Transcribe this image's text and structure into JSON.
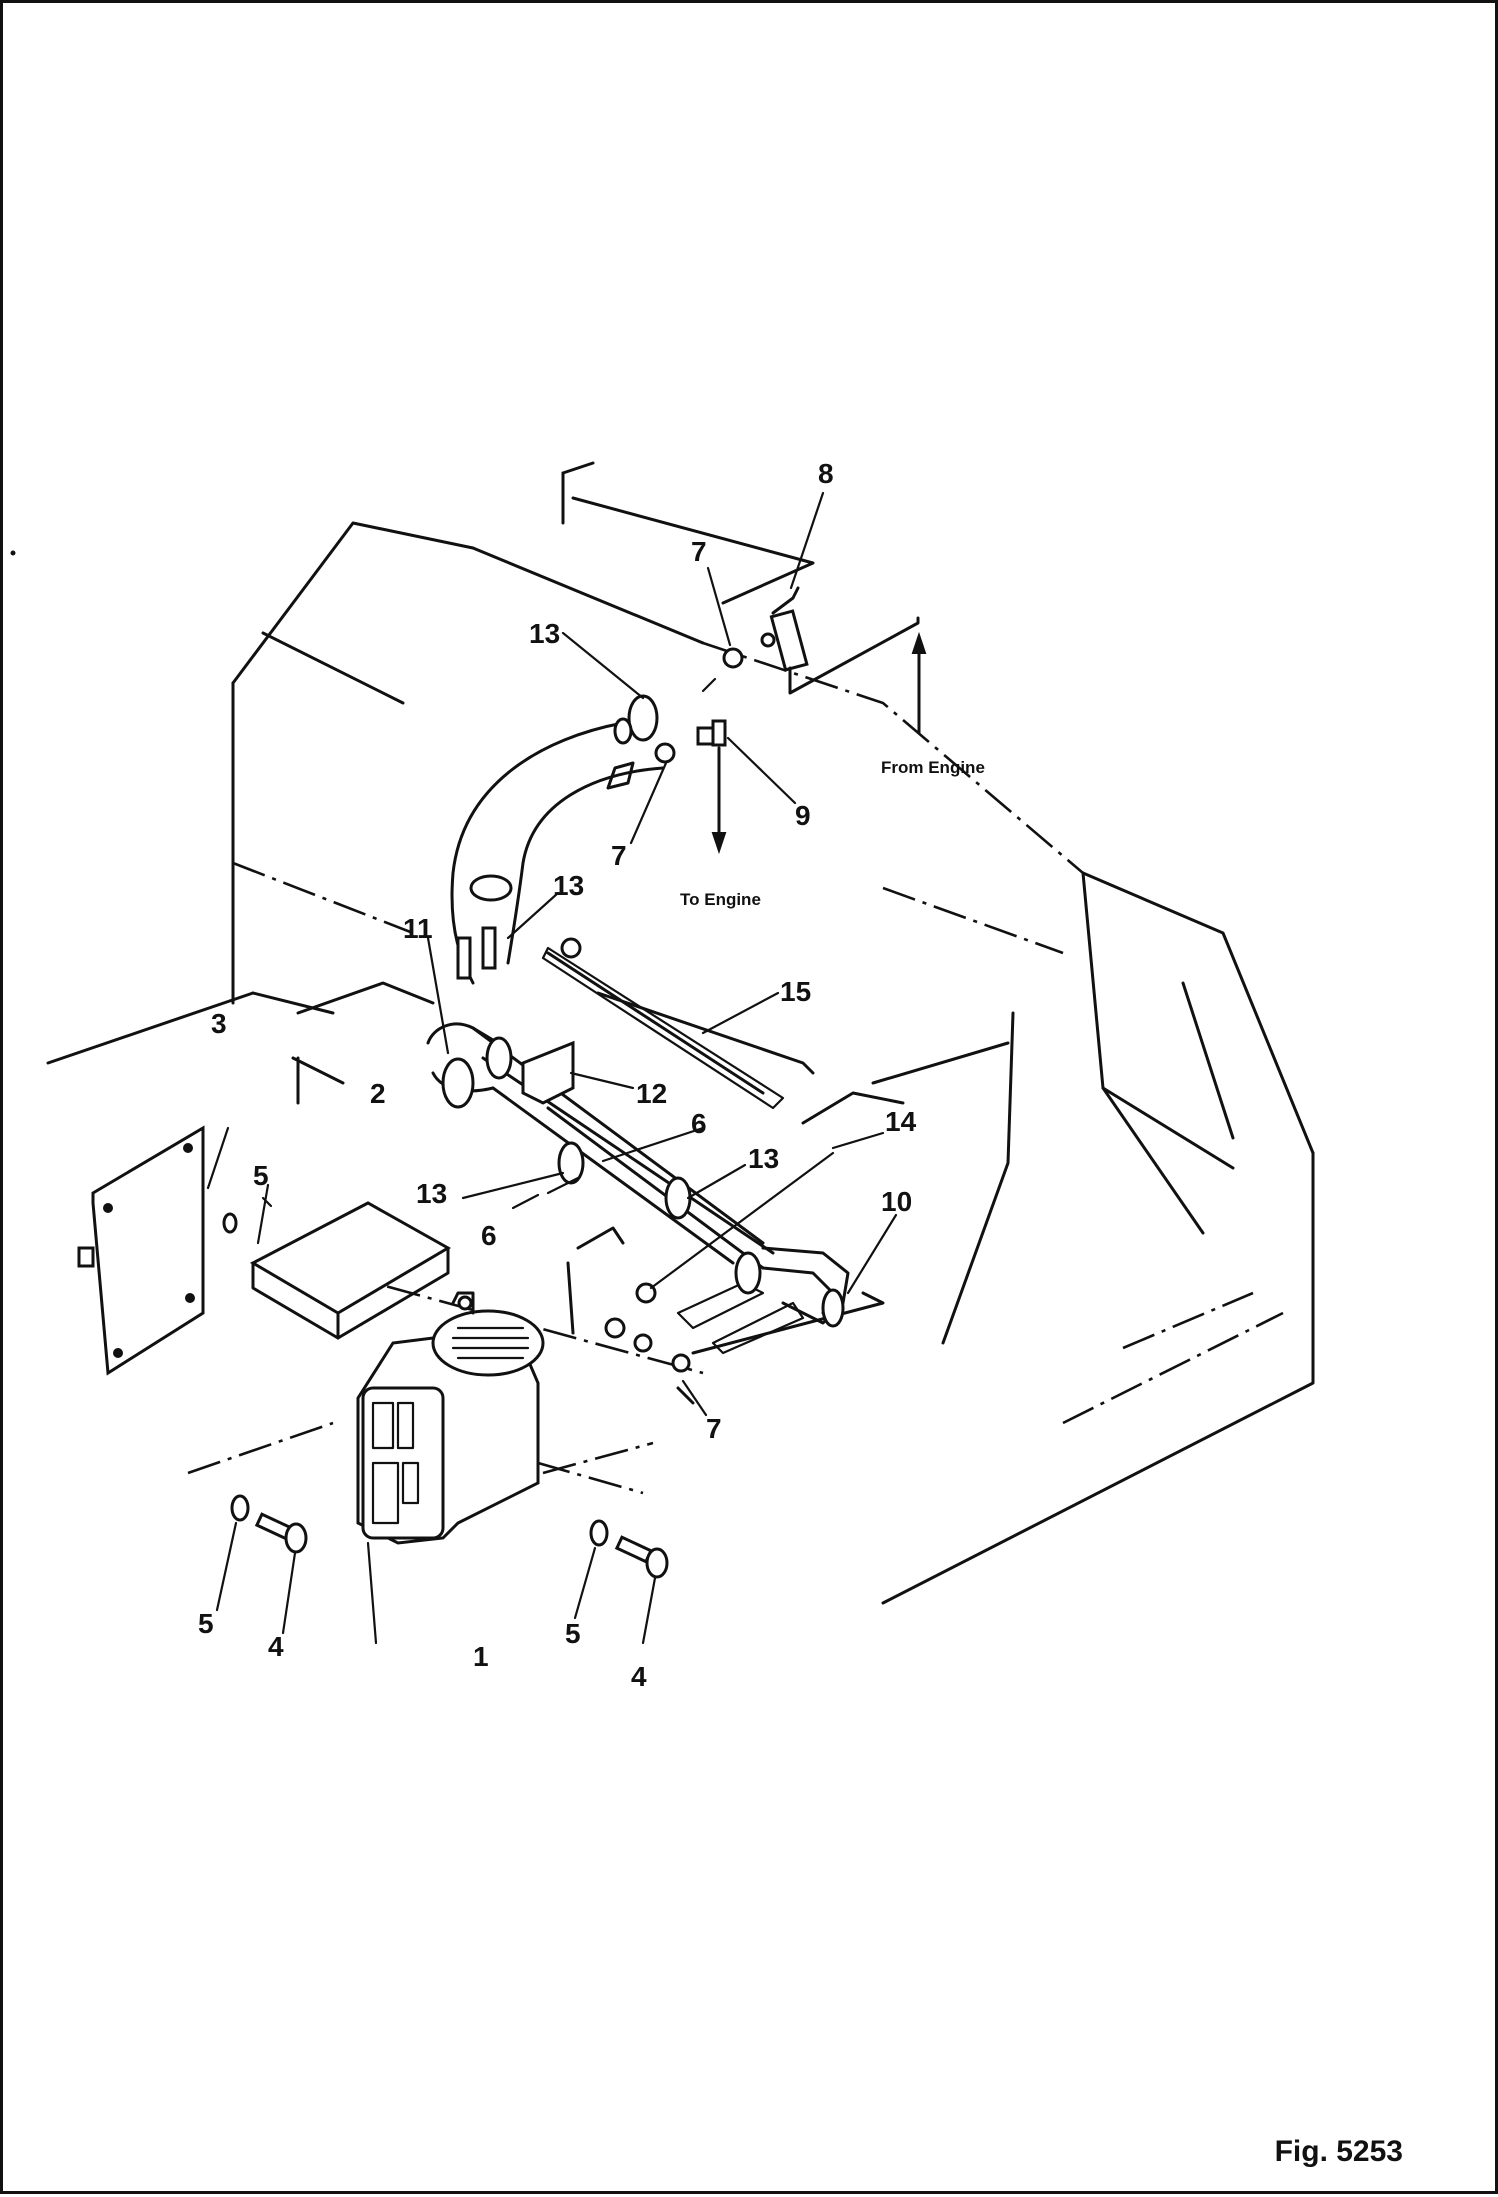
{
  "figure": {
    "label": "Fig. 5253"
  },
  "notes": {
    "from_engine": "From Engine",
    "to_engine": "To Engine"
  },
  "callouts": [
    "1",
    "2",
    "3",
    "4",
    "5",
    "6",
    "7",
    "8",
    "9",
    "10",
    "11",
    "12",
    "13",
    "14",
    "15"
  ]
}
